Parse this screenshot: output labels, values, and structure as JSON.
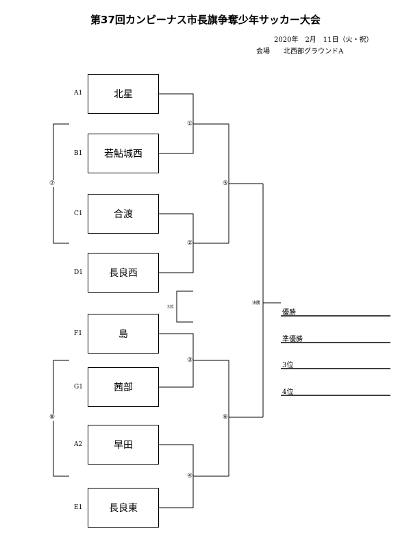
{
  "header": {
    "title": "第37回カンピーナス市長旗争奪少年サッカー大会",
    "date": "2020年　2月　11日（火・祝）",
    "venue": "会場　　北西部グラウンドA"
  },
  "teams": [
    {
      "seed": "A1",
      "name": "北星"
    },
    {
      "seed": "B1",
      "name": "若鮎城西"
    },
    {
      "seed": "C1",
      "name": "合渡"
    },
    {
      "seed": "D1",
      "name": "長良西"
    },
    {
      "seed": "F1",
      "name": "島"
    },
    {
      "seed": "G1",
      "name": "茜部"
    },
    {
      "seed": "A2",
      "name": "早田"
    },
    {
      "seed": "E1",
      "name": "長良東"
    }
  ],
  "matches": {
    "m1": "①",
    "m2": "②",
    "m3": "③",
    "m4": "④",
    "m5": "⑤",
    "m6": "⑥",
    "m7": "⑦",
    "m8": "⑧",
    "third": "3位",
    "final": "決勝"
  },
  "results": {
    "winner": "優勝",
    "runner_up": "準優勝",
    "third": "3位",
    "fourth": "4位"
  }
}
